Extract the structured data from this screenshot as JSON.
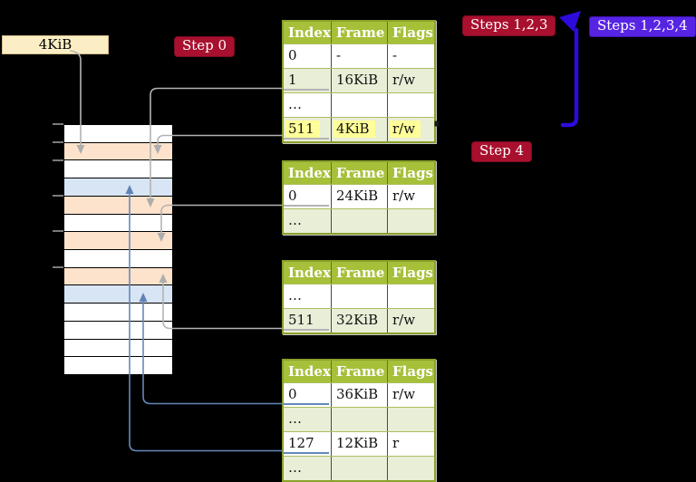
{
  "labels": {
    "frame_size_box": "4KiB",
    "step0": "Step 0",
    "steps123": "Steps 1,2,3",
    "steps1234": "Steps 1,2,3,4",
    "step4": "Step 4"
  },
  "colors": {
    "background": "#000000",
    "table_frame_row": "#fde3cb",
    "mapped_page_row": "#d8e5f4",
    "empty_frame_row": "#ffffff",
    "table_header": "#a6c03a",
    "table_shaded_row": "#e9eed7",
    "highlight": "#ffff99",
    "crimson_badge": "#a8102e",
    "violet_badge": "#5724e4",
    "gray_arrow": "#b3b3b3",
    "blue_arrow": "#6488bb",
    "recursive_arrow": "#2d0bdb"
  },
  "memory_column": {
    "rows": [
      {
        "type": "empty"
      },
      {
        "type": "table-frame"
      },
      {
        "type": "empty"
      },
      {
        "type": "mapped-page"
      },
      {
        "type": "table-frame"
      },
      {
        "type": "empty"
      },
      {
        "type": "table-frame"
      },
      {
        "type": "empty"
      },
      {
        "type": "table-frame"
      },
      {
        "type": "mapped-page"
      },
      {
        "type": "empty"
      },
      {
        "type": "empty"
      },
      {
        "type": "empty"
      },
      {
        "type": "empty"
      }
    ]
  },
  "tables": [
    {
      "name": "level-4-page-table",
      "headers": [
        "Index",
        "Frame",
        "Flags"
      ],
      "rows": [
        {
          "cells": [
            "0",
            "-",
            "-"
          ]
        },
        {
          "cells": [
            "1",
            "16KiB",
            "r/w"
          ],
          "shade": true,
          "underline": "gray"
        },
        {
          "cells": [
            "…",
            "",
            ""
          ]
        },
        {
          "cells": [
            "511",
            "4KiB",
            "r/w"
          ],
          "shade": true,
          "underline": "gray",
          "highlight": true
        }
      ]
    },
    {
      "name": "level-3-page-table",
      "headers": [
        "Index",
        "Frame",
        "Flags"
      ],
      "rows": [
        {
          "cells": [
            "0",
            "24KiB",
            "r/w"
          ],
          "underline": "gray"
        },
        {
          "cells": [
            "…",
            "",
            ""
          ],
          "shade": true
        }
      ]
    },
    {
      "name": "level-2-page-table",
      "headers": [
        "Index",
        "Frame",
        "Flags"
      ],
      "rows": [
        {
          "cells": [
            "…",
            "",
            ""
          ]
        },
        {
          "cells": [
            "511",
            "32KiB",
            "r/w"
          ],
          "shade": true,
          "underline": "gray"
        }
      ]
    },
    {
      "name": "level-1-page-table",
      "headers": [
        "Index",
        "Frame",
        "Flags"
      ],
      "rows": [
        {
          "cells": [
            "0",
            "36KiB",
            "r/w"
          ],
          "underline": "blue"
        },
        {
          "cells": [
            "…",
            "",
            ""
          ],
          "shade": true
        },
        {
          "cells": [
            "127",
            "12KiB",
            "r"
          ],
          "underline": "blue"
        },
        {
          "cells": [
            "…",
            "",
            ""
          ],
          "shade": true
        }
      ]
    }
  ]
}
